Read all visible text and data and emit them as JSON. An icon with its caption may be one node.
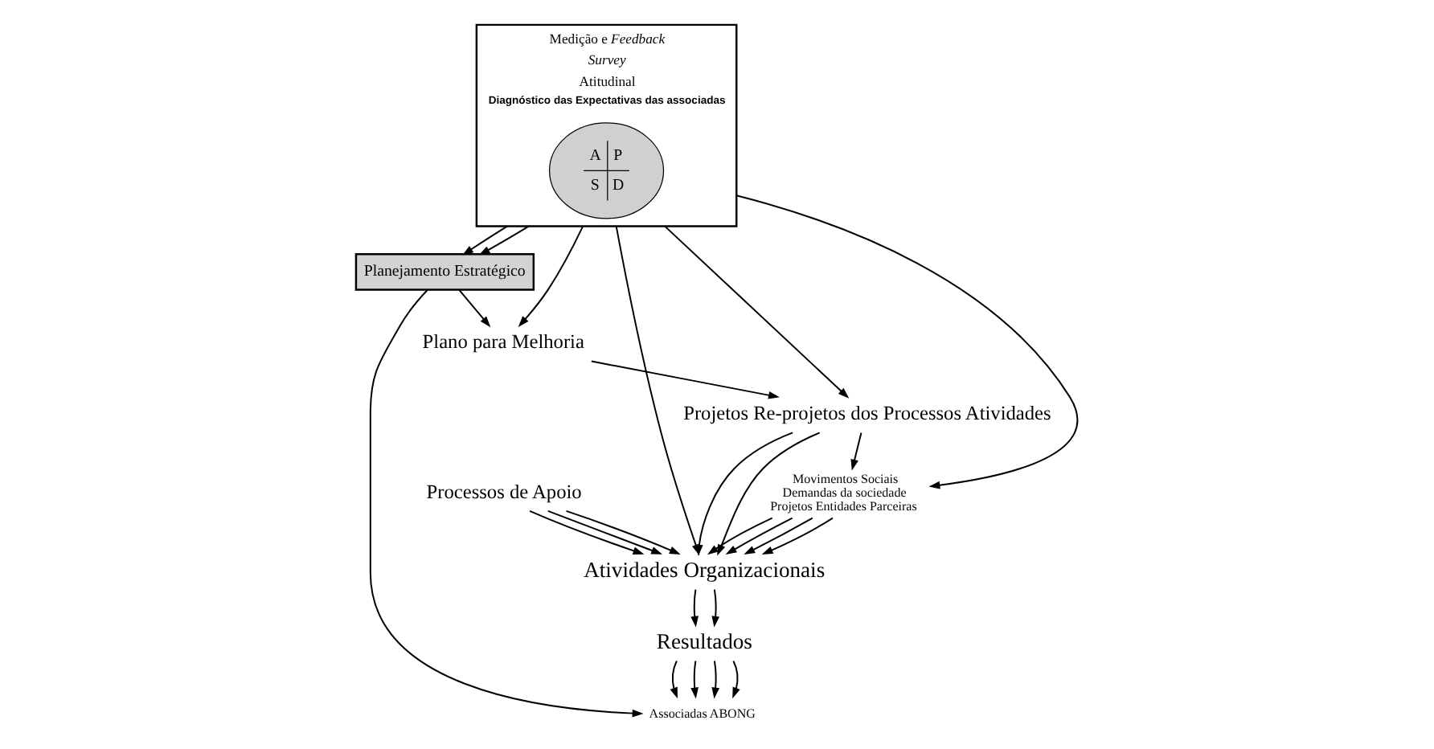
{
  "diagram": {
    "nodes": [
      {
        "text": [
          "Planejamento Estratégico"
        ]
      },
      {
        "text": [
          "Plano para Melhoria"
        ]
      },
      {
        "text": [
          "Projetos Re-projetos dos Processos Atividades"
        ]
      },
      {
        "text": [
          "Medição e *Feedback*",
          "Survey",
          "Atitudinal",
          "Diagnóstico das Expectativas das associadas"
        ]
      },
      {
        "text": [
          "A",
          "P",
          "S",
          "D"
        ],
        "in": 3
      },
      {
        "text": [
          "Movimentos Sociais",
          "Demandas da sociedade",
          "Projetos Entidades Parceiras"
        ]
      },
      {
        "text": [
          "Atividades Organizacionais"
        ]
      },
      {
        "text": [
          "Resultados"
        ]
      },
      {
        "text": [
          "Processos de Apoio"
        ]
      },
      {
        "text": [
          "Associadas ABONG"
        ]
      }
    ],
    "edges": [
      {
        "from": 0,
        "to": 1,
        "arrow": "to"
      },
      {
        "from": 3,
        "to": 1,
        "arrow": "to"
      },
      {
        "from": 1,
        "to": 2,
        "arrow": "to"
      },
      {
        "from": 3,
        "to": 2,
        "arrow": "to"
      },
      {
        "from": 3,
        "to": 0,
        "arrow": "to"
      },
      {
        "from": 3,
        "to": 0,
        "arrow": "to"
      },
      {
        "from": 2,
        "to": 5,
        "arrow": "to"
      },
      {
        "from": 2,
        "to": 6,
        "arrow": "to"
      },
      {
        "from": 2,
        "to": 6,
        "arrow": "to"
      },
      {
        "from": 3,
        "to": 5,
        "arrow": "to"
      },
      {
        "from": 3,
        "to": 6,
        "arrow": "to"
      },
      {
        "from": 5,
        "to": 6,
        "arrow": "to"
      },
      {
        "from": 5,
        "to": 6,
        "arrow": "to"
      },
      {
        "from": 5,
        "to": 6,
        "arrow": "to"
      },
      {
        "from": 5,
        "to": 6,
        "arrow": "to"
      },
      {
        "from": 6,
        "to": 7,
        "arrow": "to"
      },
      {
        "from": 6,
        "to": 7,
        "arrow": "to"
      },
      {
        "from": 7,
        "to": 9,
        "arrow": "to"
      },
      {
        "from": 8,
        "to": 6,
        "arrow": "to"
      },
      {
        "from": 8,
        "to": 6,
        "arrow": "to"
      },
      {
        "from": 8,
        "to": 6,
        "arrow": "to"
      },
      {
        "from": 7,
        "to": 9,
        "arrow": "to"
      },
      {
        "from": 7,
        "to": 9,
        "arrow": "to"
      },
      {
        "from": 7,
        "to": 9,
        "arrow": "to"
      },
      {
        "from": 0,
        "to": 9,
        "arrow": "to"
      }
    ]
  }
}
